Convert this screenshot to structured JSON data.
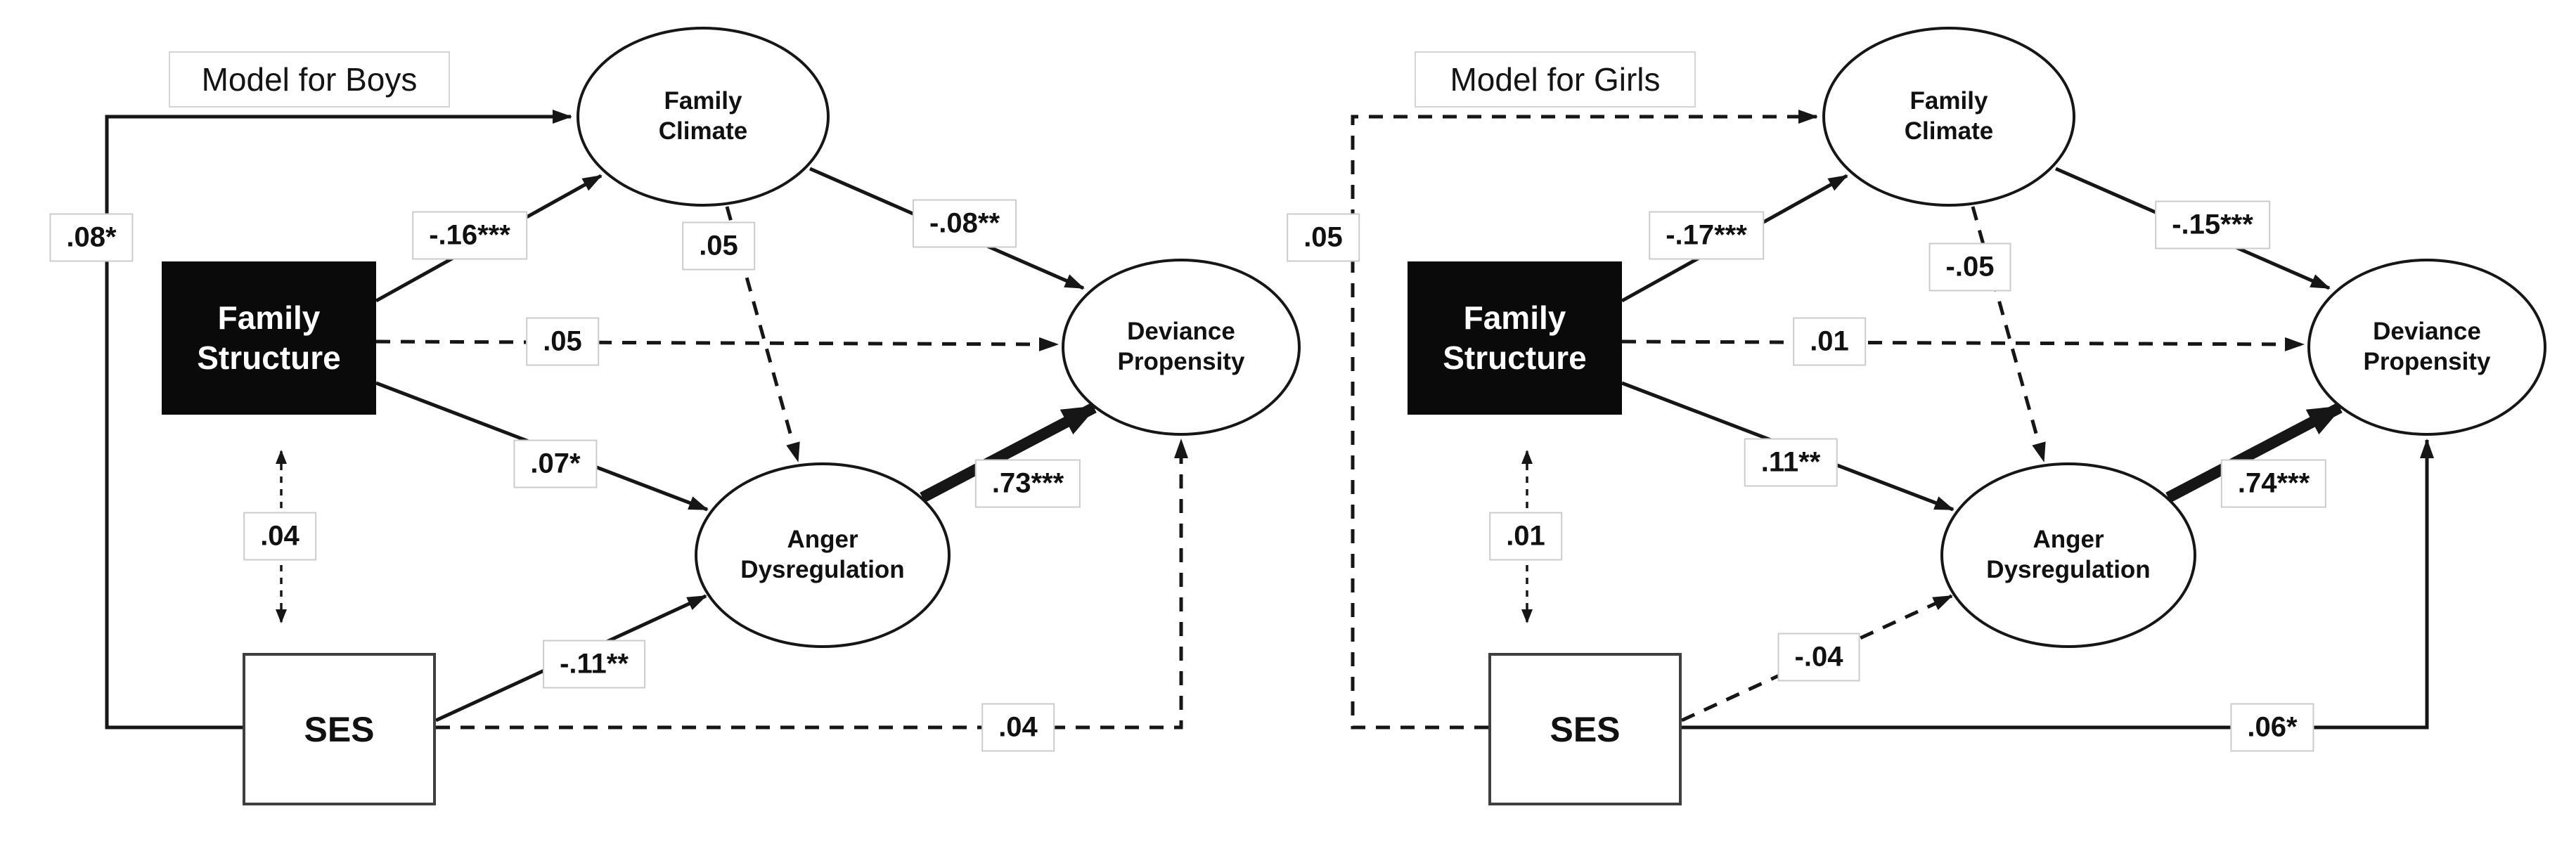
{
  "figure": {
    "colors": {
      "background": "#ffffff",
      "line": "#161616",
      "label_border": "#cccccc",
      "family_structure_box_bg": "#0a0a0a",
      "family_structure_box_text": "#ffffff"
    },
    "models": [
      {
        "title": "Model for Boys",
        "nodes": {
          "family_structure": "Family Structure",
          "ses": "SES",
          "family_climate": "Family Climate",
          "anger_dysregulation": "Anger Dysregulation",
          "deviance_propensity": "Deviance Propensity"
        },
        "paths": {
          "ses_fc": {
            "from": "SES",
            "to": "Family Climate",
            "label": ".08*",
            "style": "solid"
          },
          "fs_fc": {
            "from": "Family Structure",
            "to": "Family Climate",
            "label": "-.16***",
            "style": "solid"
          },
          "fs_dp": {
            "from": "Family Structure",
            "to": "Deviance Propensity",
            "label": ".05",
            "style": "dashed"
          },
          "fs_ad": {
            "from": "Family Structure",
            "to": "Anger Dysregulation",
            "label": ".07*",
            "style": "solid"
          },
          "fc_dp": {
            "from": "Family Climate",
            "to": "Deviance Propensity",
            "label": "-.08**",
            "style": "solid"
          },
          "fc_ad": {
            "from": "Family Climate",
            "to": "Anger Dysregulation",
            "label": ".05",
            "style": "dashed"
          },
          "ad_dp": {
            "from": "Anger Dysregulation",
            "to": "Deviance Propensity",
            "label": ".73***",
            "style": "bold"
          },
          "fs_ses": {
            "from": "Family Structure",
            "to": "SES",
            "label": ".04",
            "style": "dashed-double"
          },
          "ses_ad": {
            "from": "SES",
            "to": "Anger Dysregulation",
            "label": "-.11**",
            "style": "solid"
          },
          "ses_dp": {
            "from": "SES",
            "to": "Deviance Propensity",
            "label": ".04",
            "style": "dashed"
          }
        }
      },
      {
        "title": "Model for Girls",
        "nodes": {
          "family_structure": "Family Structure",
          "ses": "SES",
          "family_climate": "Family Climate",
          "anger_dysregulation": "Anger Dysregulation",
          "deviance_propensity": "Deviance Propensity"
        },
        "paths": {
          "ses_fc": {
            "from": "SES",
            "to": "Family Climate",
            "label": ".05",
            "style": "dashed"
          },
          "fs_fc": {
            "from": "Family Structure",
            "to": "Family Climate",
            "label": "-.17***",
            "style": "solid"
          },
          "fs_dp": {
            "from": "Family Structure",
            "to": "Deviance Propensity",
            "label": ".01",
            "style": "dashed"
          },
          "fs_ad": {
            "from": "Family Structure",
            "to": "Anger Dysregulation",
            "label": ".11**",
            "style": "solid"
          },
          "fc_dp": {
            "from": "Family Climate",
            "to": "Deviance Propensity",
            "label": "-.15***",
            "style": "solid"
          },
          "fc_ad": {
            "from": "Family Climate",
            "to": "Anger Dysregulation",
            "label": "-.05",
            "style": "dashed"
          },
          "ad_dp": {
            "from": "Anger Dysregulation",
            "to": "Deviance Propensity",
            "label": ".74***",
            "style": "bold"
          },
          "fs_ses": {
            "from": "Family Structure",
            "to": "SES",
            "label": ".01",
            "style": "dashed-double"
          },
          "ses_ad": {
            "from": "SES",
            "to": "Anger Dysregulation",
            "label": "-.04",
            "style": "dashed"
          },
          "ses_dp": {
            "from": "SES",
            "to": "Deviance Propensity",
            "label": ".06*",
            "style": "solid"
          }
        }
      }
    ]
  }
}
